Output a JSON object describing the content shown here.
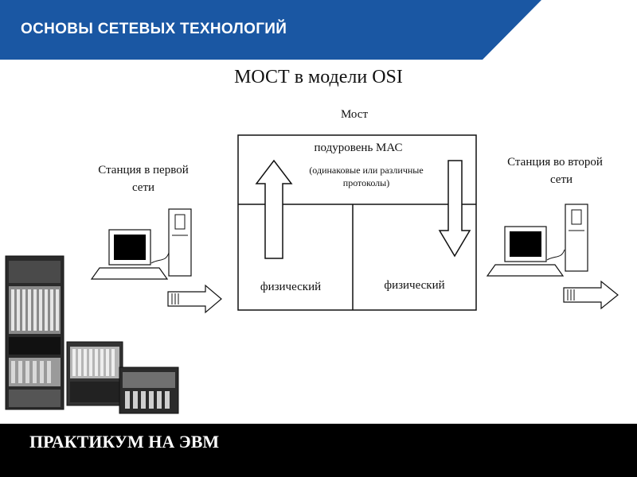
{
  "header": {
    "title": "ОСНОВЫ  СЕТЕВЫХ ТЕХНОЛОГИЙ"
  },
  "slide": {
    "title": "МОСТ в модели OSI"
  },
  "diagram": {
    "bridge_label": "Мост",
    "mac_sublayer": "подуровень МАС",
    "protocols_note_line1": "(одинаковые или различные",
    "protocols_note_line2": "протоколы)",
    "physical_left": "физический",
    "physical_right": "физический",
    "station_left_line1": "Станция в первой",
    "station_left_line2": "сети",
    "station_right_line1": "Станция во второй",
    "station_right_line2": "сети"
  },
  "footer": {
    "title": "ПРАКТИКУМ НА ЭВМ"
  }
}
